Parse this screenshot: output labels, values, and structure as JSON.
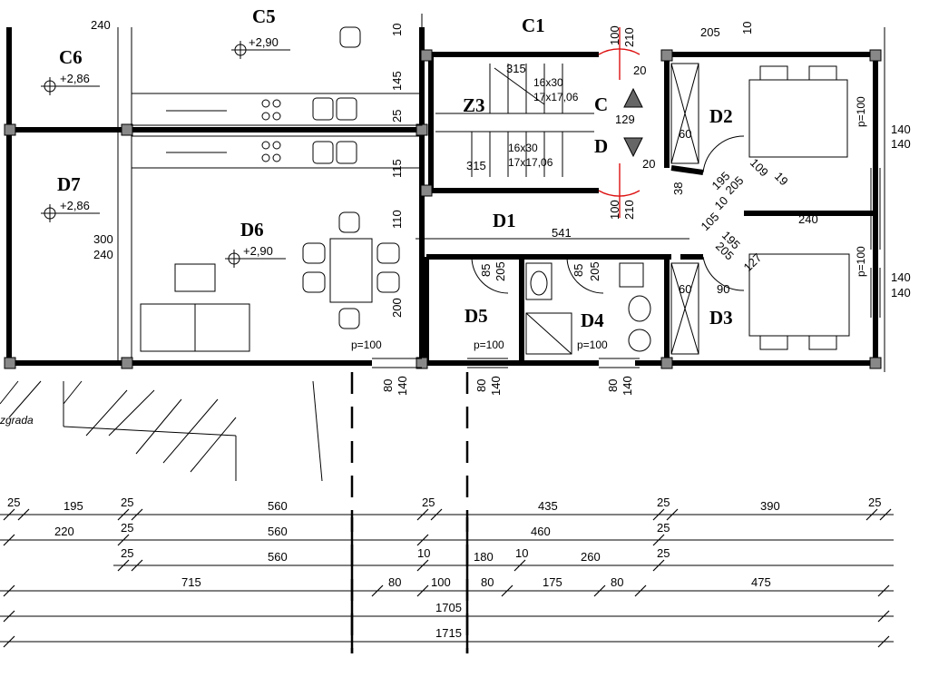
{
  "rooms": {
    "c1": "C1",
    "c5": "C5",
    "c6": "C6",
    "d7": "D7",
    "d6": "D6",
    "z3": "Z3",
    "c": "C",
    "d": "D",
    "d1": "D1",
    "d2": "D2",
    "d3": "D3",
    "d4": "D4",
    "d5": "D5"
  },
  "levels": {
    "c6": "+2,86",
    "d7": "+2,86",
    "c5": "+2,90",
    "d6": "+2,90"
  },
  "labels": {
    "zgrada": "zgrada",
    "p_d4": "p=100",
    "p_d5": "p=100",
    "p_d6": "p=100",
    "p_d2": "p=100",
    "p_d3": "p=100",
    "stair_top_a": "16x30",
    "stair_top_b": "17x17,06",
    "stair_bot_a": "16x30",
    "stair_bot_b": "17x17,06"
  },
  "dims": {
    "top_240": "240",
    "top_205": "205",
    "top_10": "10",
    "v145": "145",
    "v25": "25",
    "v115": "115",
    "v10": "10",
    "v110": "110",
    "v200": "200",
    "v100a": "100",
    "v210a": "210",
    "v100b": "100",
    "v210b": "210",
    "d315a": "315",
    "d315b": "315",
    "d129": "129",
    "d20a": "20",
    "d20b": "20",
    "d541": "541",
    "d60a": "60",
    "d60b": "60",
    "d90": "90",
    "d109": "109",
    "d19": "19",
    "d38": "38",
    "d105": "105",
    "d10": "10",
    "d195a": "195",
    "d205a": "205",
    "d195b": "195",
    "d205b": "205",
    "d127": "127",
    "d240": "240",
    "d300": "300",
    "d240b": "240",
    "d85a": "85",
    "d205c": "205",
    "d85b": "85",
    "d205d": "205",
    "r140a": "140",
    "r140b": "140",
    "r140c": "140",
    "r140d": "140",
    "w80a": "80",
    "w140a": "140",
    "w80b": "80",
    "w140b": "140",
    "w80c": "80",
    "w140c": "140",
    "row1": [
      "25",
      "195",
      "25",
      "560",
      "25",
      "435",
      "25",
      "390",
      "25"
    ],
    "row2": [
      "220",
      "25",
      "560",
      "460",
      "25"
    ],
    "row3": [
      "25",
      "560",
      "10",
      "180",
      "10",
      "260",
      "25"
    ],
    "row4": [
      "715",
      "80",
      "100",
      "80",
      "175",
      "80",
      "475"
    ],
    "row5": [
      "1705"
    ],
    "row6": [
      "1715"
    ]
  },
  "colors": {
    "ink": "#000000",
    "door_red": "#dd1111",
    "triangle": "#666666"
  }
}
